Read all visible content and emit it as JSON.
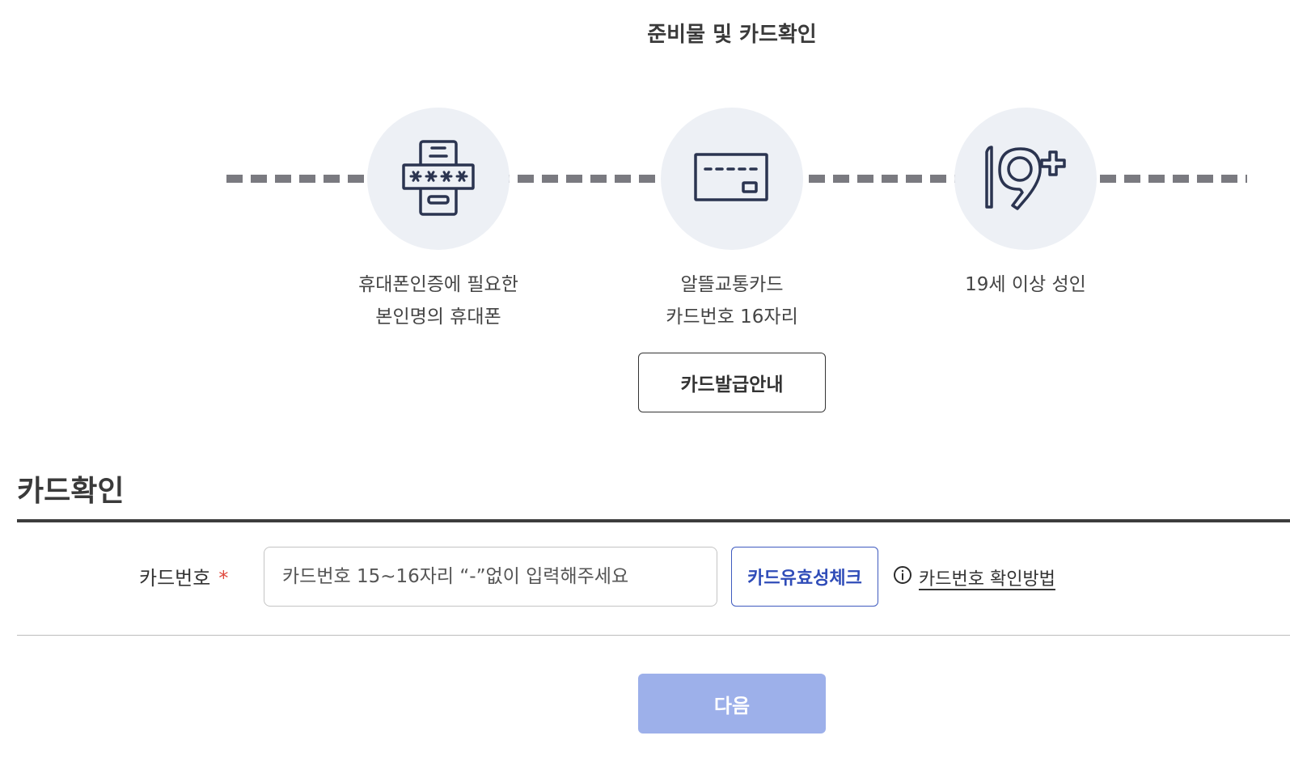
{
  "prep": {
    "title": "준비물 및 카드확인",
    "steps": [
      {
        "icon": "phone-password-icon",
        "line1": "휴대폰인증에 필요한",
        "line2": "본인명의 휴대폰"
      },
      {
        "icon": "card-icon",
        "line1": "알뜰교통카드",
        "line2": "카드번호 16자리"
      },
      {
        "icon": "age-19-plus-icon",
        "line1": "19세 이상 성인",
        "line2": ""
      }
    ],
    "issue_button": "카드발급안내"
  },
  "card_check": {
    "title": "카드확인",
    "field_label": "카드번호",
    "required_mark": "*",
    "input_placeholder": "카드번호 15~16자리 “-”없이 입력해주세요",
    "input_value": "",
    "check_button": "카드유효성체크",
    "help_link": "카드번호 확인방법"
  },
  "next_button": "다음",
  "colors": {
    "accent": "#2f4cb8",
    "next_disabled": "#9db0ea",
    "circle_bg": "#edf0f5",
    "icon_stroke": "#2b3450",
    "required": "#e0483d"
  }
}
